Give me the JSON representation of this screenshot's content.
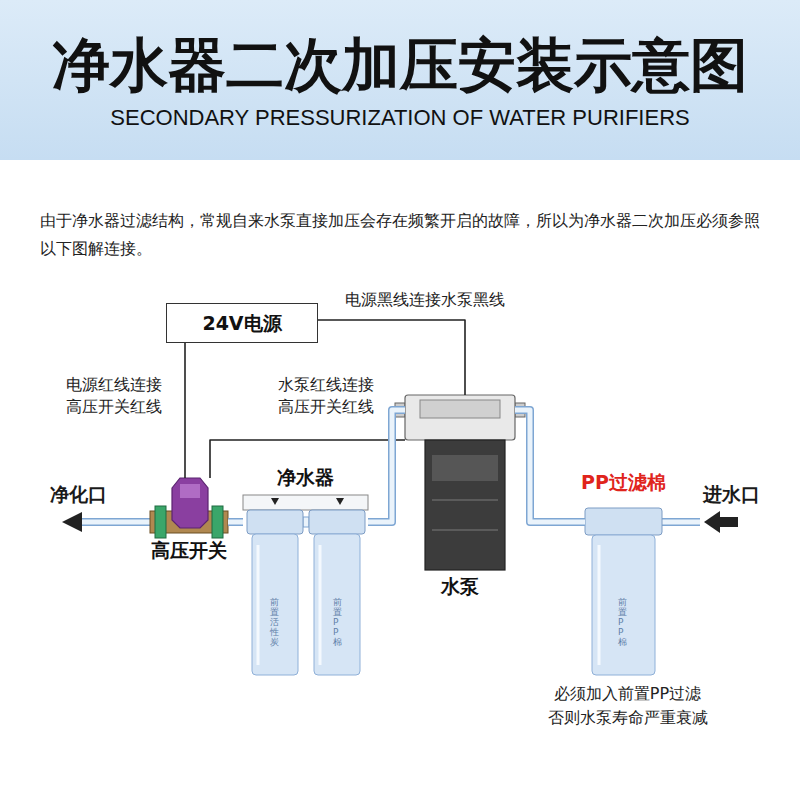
{
  "diagram": {
    "title": "净水器二次加压安装示意图",
    "nodes": [
      {
        "text": [
          "24V电源"
        ]
      },
      {
        "text": [
          "高压开关"
        ]
      },
      {
        "text": [
          "净水器"
        ]
      },
      {
        "text": [
          "水泵"
        ]
      },
      {
        "text": [
          "PP过滤棉"
        ]
      }
    ],
    "edges": [
      {
        "from": 0,
        "to": 3,
        "label": "电源黑线连接水泵黑线",
        "arrow": "none"
      },
      {
        "from": 0,
        "to": 1,
        "label": "电源红线连接 高压开关红线",
        "arrow": "none"
      },
      {
        "from": 3,
        "to": 1,
        "label": "水泵红线连接 高压开关红线",
        "arrow": "none"
      },
      {
        "from": 4,
        "to": 3,
        "arrow": "none"
      },
      {
        "from": 3,
        "to": 2,
        "arrow": "none"
      },
      {
        "from": 2,
        "to": 1,
        "arrow": "none"
      }
    ],
    "labels": [
      "SECONDARY PRESSURIZATION OF WATER PURIFIERS",
      "由于净水器过滤结构，常规自来水泵直接加压会存在频繁开启的故障，所以为净水器二次加压必须参照以下图解连接。",
      "净化口",
      "进水口",
      "必须加入前置PP过滤 否则水泵寿命严重衰减",
      "前置活性炭",
      "前置PP棉",
      "前置PP棉"
    ]
  }
}
